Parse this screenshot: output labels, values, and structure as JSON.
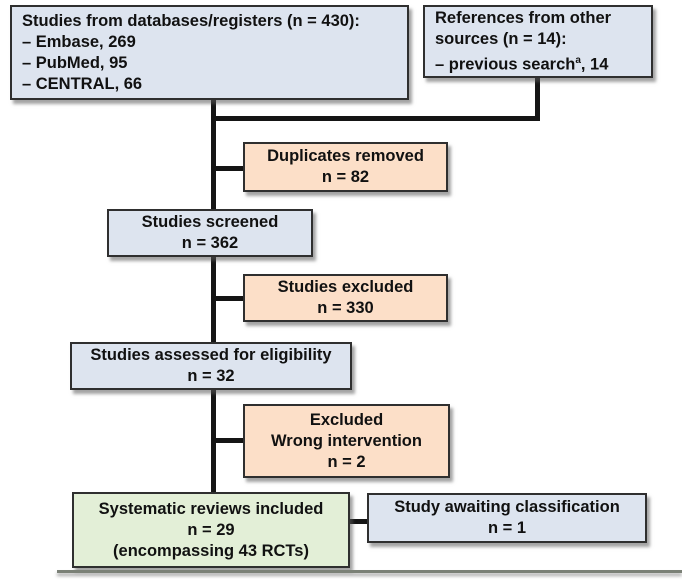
{
  "diagram": {
    "type": "prisma-flow",
    "colors": {
      "box_blue": "#dde4ef",
      "box_peach": "#fcdfc8",
      "box_green": "#e3efd7",
      "border": "#2f2f2f",
      "connector": "#151515"
    },
    "nodes": {
      "databases": {
        "line1": "Studies from databases/registers (n = 430):",
        "line2": "– Embase, 269",
        "line3": "– PubMed, 95",
        "line4": "– CENTRAL, 66"
      },
      "other_sources": {
        "line1": "References from other",
        "line2": "sources (n = 14):",
        "line3_pre": "– previous search",
        "line3_sup": "a",
        "line3_post": ", 14"
      },
      "duplicates_removed": {
        "line1": "Duplicates removed",
        "line2": "n = 82"
      },
      "studies_screened": {
        "line1": "Studies screened",
        "line2": "n = 362"
      },
      "studies_excluded": {
        "line1": "Studies excluded",
        "line2": "n = 330"
      },
      "studies_assessed": {
        "line1": "Studies assessed for eligibility",
        "line2": "n = 32"
      },
      "excluded_wrong_intervention": {
        "line1": "Excluded",
        "line2": "Wrong intervention",
        "line3": "n = 2"
      },
      "reviews_included": {
        "line1": "Systematic reviews included",
        "line2": "n = 29",
        "line3": "(encompassing 43 RCTs)"
      },
      "awaiting_classification": {
        "line1": "Study awaiting classification",
        "line2": "n = 1"
      }
    }
  }
}
